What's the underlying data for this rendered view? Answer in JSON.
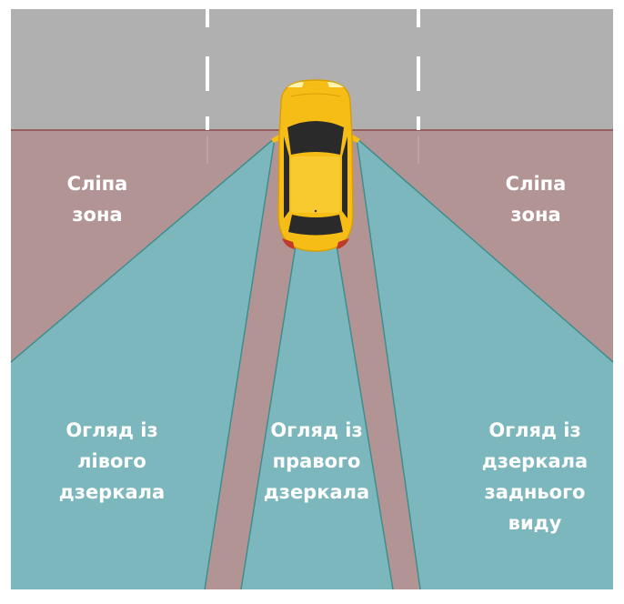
{
  "colors": {
    "road_top": "#b0b0b0",
    "road_bottom": "#b39495",
    "horizon_line": "#8c4a4a",
    "view_zone": "#7cb7bd",
    "view_edge": "#3e8e8e",
    "car_body": "#f6bd16",
    "car_glass": "#2a2a2a"
  },
  "labels": {
    "blind_left": [
      "Сліпа",
      "зона"
    ],
    "blind_right": [
      "Сліпа",
      "зона"
    ],
    "left_mirror": [
      "Огляд із",
      "лівого",
      "дзеркала"
    ],
    "right_mirror": [
      "Огляд із",
      "правого",
      "дзеркала"
    ],
    "rear_mirror": [
      "Огляд із",
      "дзеркала",
      "заднього",
      "виду"
    ]
  }
}
